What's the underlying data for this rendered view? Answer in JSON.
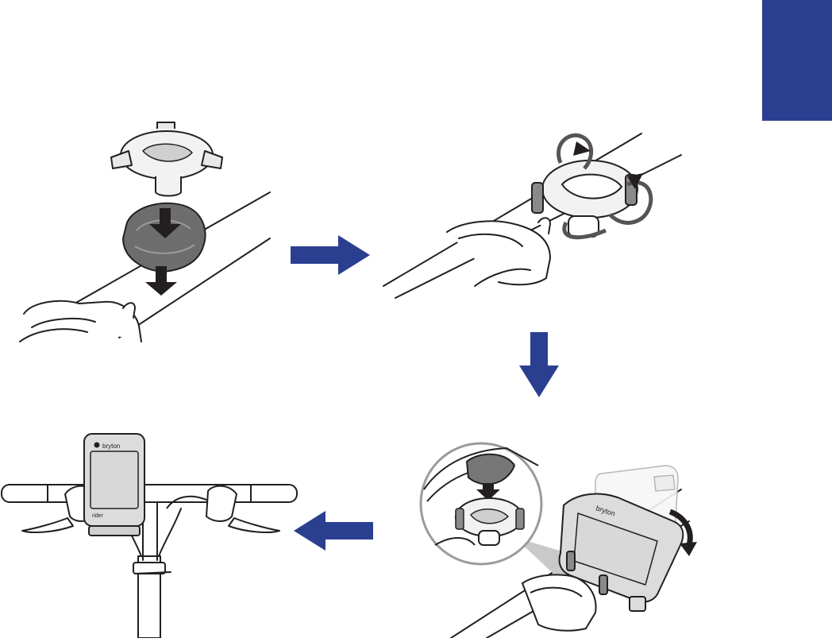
{
  "colors": {
    "accent": "#2b3f91",
    "ink": "#231f20",
    "mount_dark": "#6d6d6d",
    "mount_light": "#f2f2f2",
    "strap": "#555555",
    "device_body": "#dcdcdc",
    "screen": "#d8d8d8"
  },
  "tab": {
    "label": ""
  },
  "steps": [
    {
      "id": 1,
      "icons": [
        "mount-bracket-icon",
        "rubber-pad-icon",
        "down-arrow-icon",
        "handlebar-icon"
      ]
    },
    {
      "id": 2,
      "icons": [
        "o-ring-icon",
        "rotate-arrow-icon",
        "handlebar-icon"
      ]
    },
    {
      "id": 3,
      "icons": [
        "device-icon",
        "rotate-arrow-icon",
        "magnify-detail-icon"
      ]
    },
    {
      "id": 4,
      "icons": [
        "device-icon",
        "handlebar-icon",
        "brake-lever-icon"
      ]
    }
  ],
  "device": {
    "brand_top": "bryton",
    "brand_bottom": "rider"
  },
  "flow": [
    "right",
    "down",
    "left"
  ]
}
